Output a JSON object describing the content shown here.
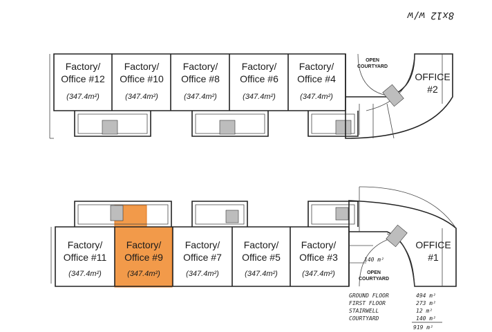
{
  "header_note": "8x12 w/w",
  "top_row": [
    {
      "line1": "Factory/",
      "line2": "Office #12",
      "area": "(347.4m²)"
    },
    {
      "line1": "Factory/",
      "line2": "Office #10",
      "area": "(347.4m²)"
    },
    {
      "line1": "Factory/",
      "line2": "Office #8",
      "area": "(347.4m²)"
    },
    {
      "line1": "Factory/",
      "line2": "Office #6",
      "area": "(347.4m²)"
    },
    {
      "line1": "Factory/",
      "line2": "Office #4",
      "area": "(347.4m²)"
    }
  ],
  "bottom_row": [
    {
      "line1": "Factory/",
      "line2": "Office #11",
      "area": "(347.4m²)"
    },
    {
      "line1": "Factory/",
      "line2": "Office #9",
      "area": "(347.4m²)"
    },
    {
      "line1": "Factory/",
      "line2": "Office #7",
      "area": "(347.4m²)"
    },
    {
      "line1": "Factory/",
      "line2": "Office #5",
      "area": "(347.4m²)"
    },
    {
      "line1": "Factory/",
      "line2": "Office #3",
      "area": "(347.4m²)"
    }
  ],
  "highlight_color": "#f29a4a",
  "office_top": {
    "line1": "OFFICE",
    "line2": "#2"
  },
  "office_bottom": {
    "line1": "OFFICE",
    "line2": "#1"
  },
  "courtyard_top": {
    "line1": "OPEN",
    "line2": "COURTYARD"
  },
  "courtyard_bottom": {
    "line1": "OPEN",
    "line2": "COURTYARD",
    "area_note": "140 m²"
  },
  "area_notes": [
    {
      "label": "GROUND FLOOR",
      "value": "494 m²"
    },
    {
      "label": "FIRST FLOOR",
      "value": "273 m²"
    },
    {
      "label": "STAIRWELL",
      "value": "12 m²"
    },
    {
      "label": "COURTYARD",
      "value": "140 m²"
    }
  ],
  "area_total": "919 m²"
}
